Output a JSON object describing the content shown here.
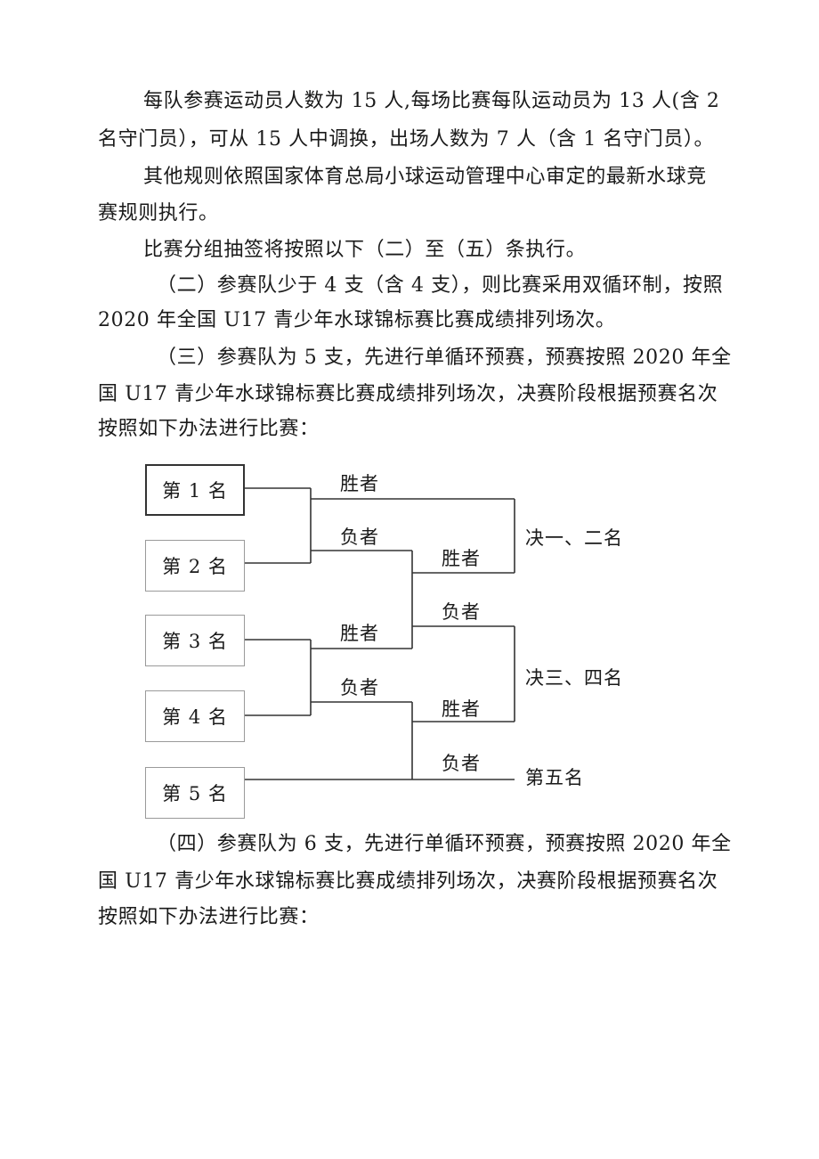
{
  "paragraphs": {
    "p1_l1": "每队参赛运动员人数为 15 人,每场比赛每队运动员为 13 人(含 2",
    "p1_l2": "名守门员），可从 15 人中调换，出场人数为 7 人（含 1 名守门员）。",
    "p2_l1": "其他规则依照国家体育总局小球运动管理中心审定的最新水球竞",
    "p2_l2": "赛规则执行。",
    "p3_l1": "比赛分组抽签将按照以下（二）至（五）条执行。",
    "p4_l1": "（二）参赛队少于 4 支（含 4 支），则比赛采用双循环制，按照",
    "p4_l2": "2020 年全国 U17 青少年水球锦标赛比赛成绩排列场次。",
    "p5_l1": "（三）参赛队为 5 支，先进行单循环预赛，预赛按照 2020 年全",
    "p5_l2": "国 U17 青少年水球锦标赛比赛成绩排列场次，决赛阶段根据预赛名次",
    "p5_l3": "按照如下办法进行比赛：",
    "p6_l1": "（四）参赛队为 6 支，先进行单循环预赛，预赛按照 2020 年全",
    "p6_l2": "国 U17 青少年水球锦标赛比赛成绩排列场次，决赛阶段根据预赛名次",
    "p6_l3": "按照如下办法进行比赛："
  },
  "diagram": {
    "ranks": [
      "第 1 名",
      "第 2 名",
      "第 3 名",
      "第 4 名",
      "第 5 名"
    ],
    "labels": {
      "winner": "胜者",
      "loser": "负者",
      "final_1_2": "决一、二名",
      "final_3_4": "决三、四名",
      "fifth": "第五名"
    }
  }
}
